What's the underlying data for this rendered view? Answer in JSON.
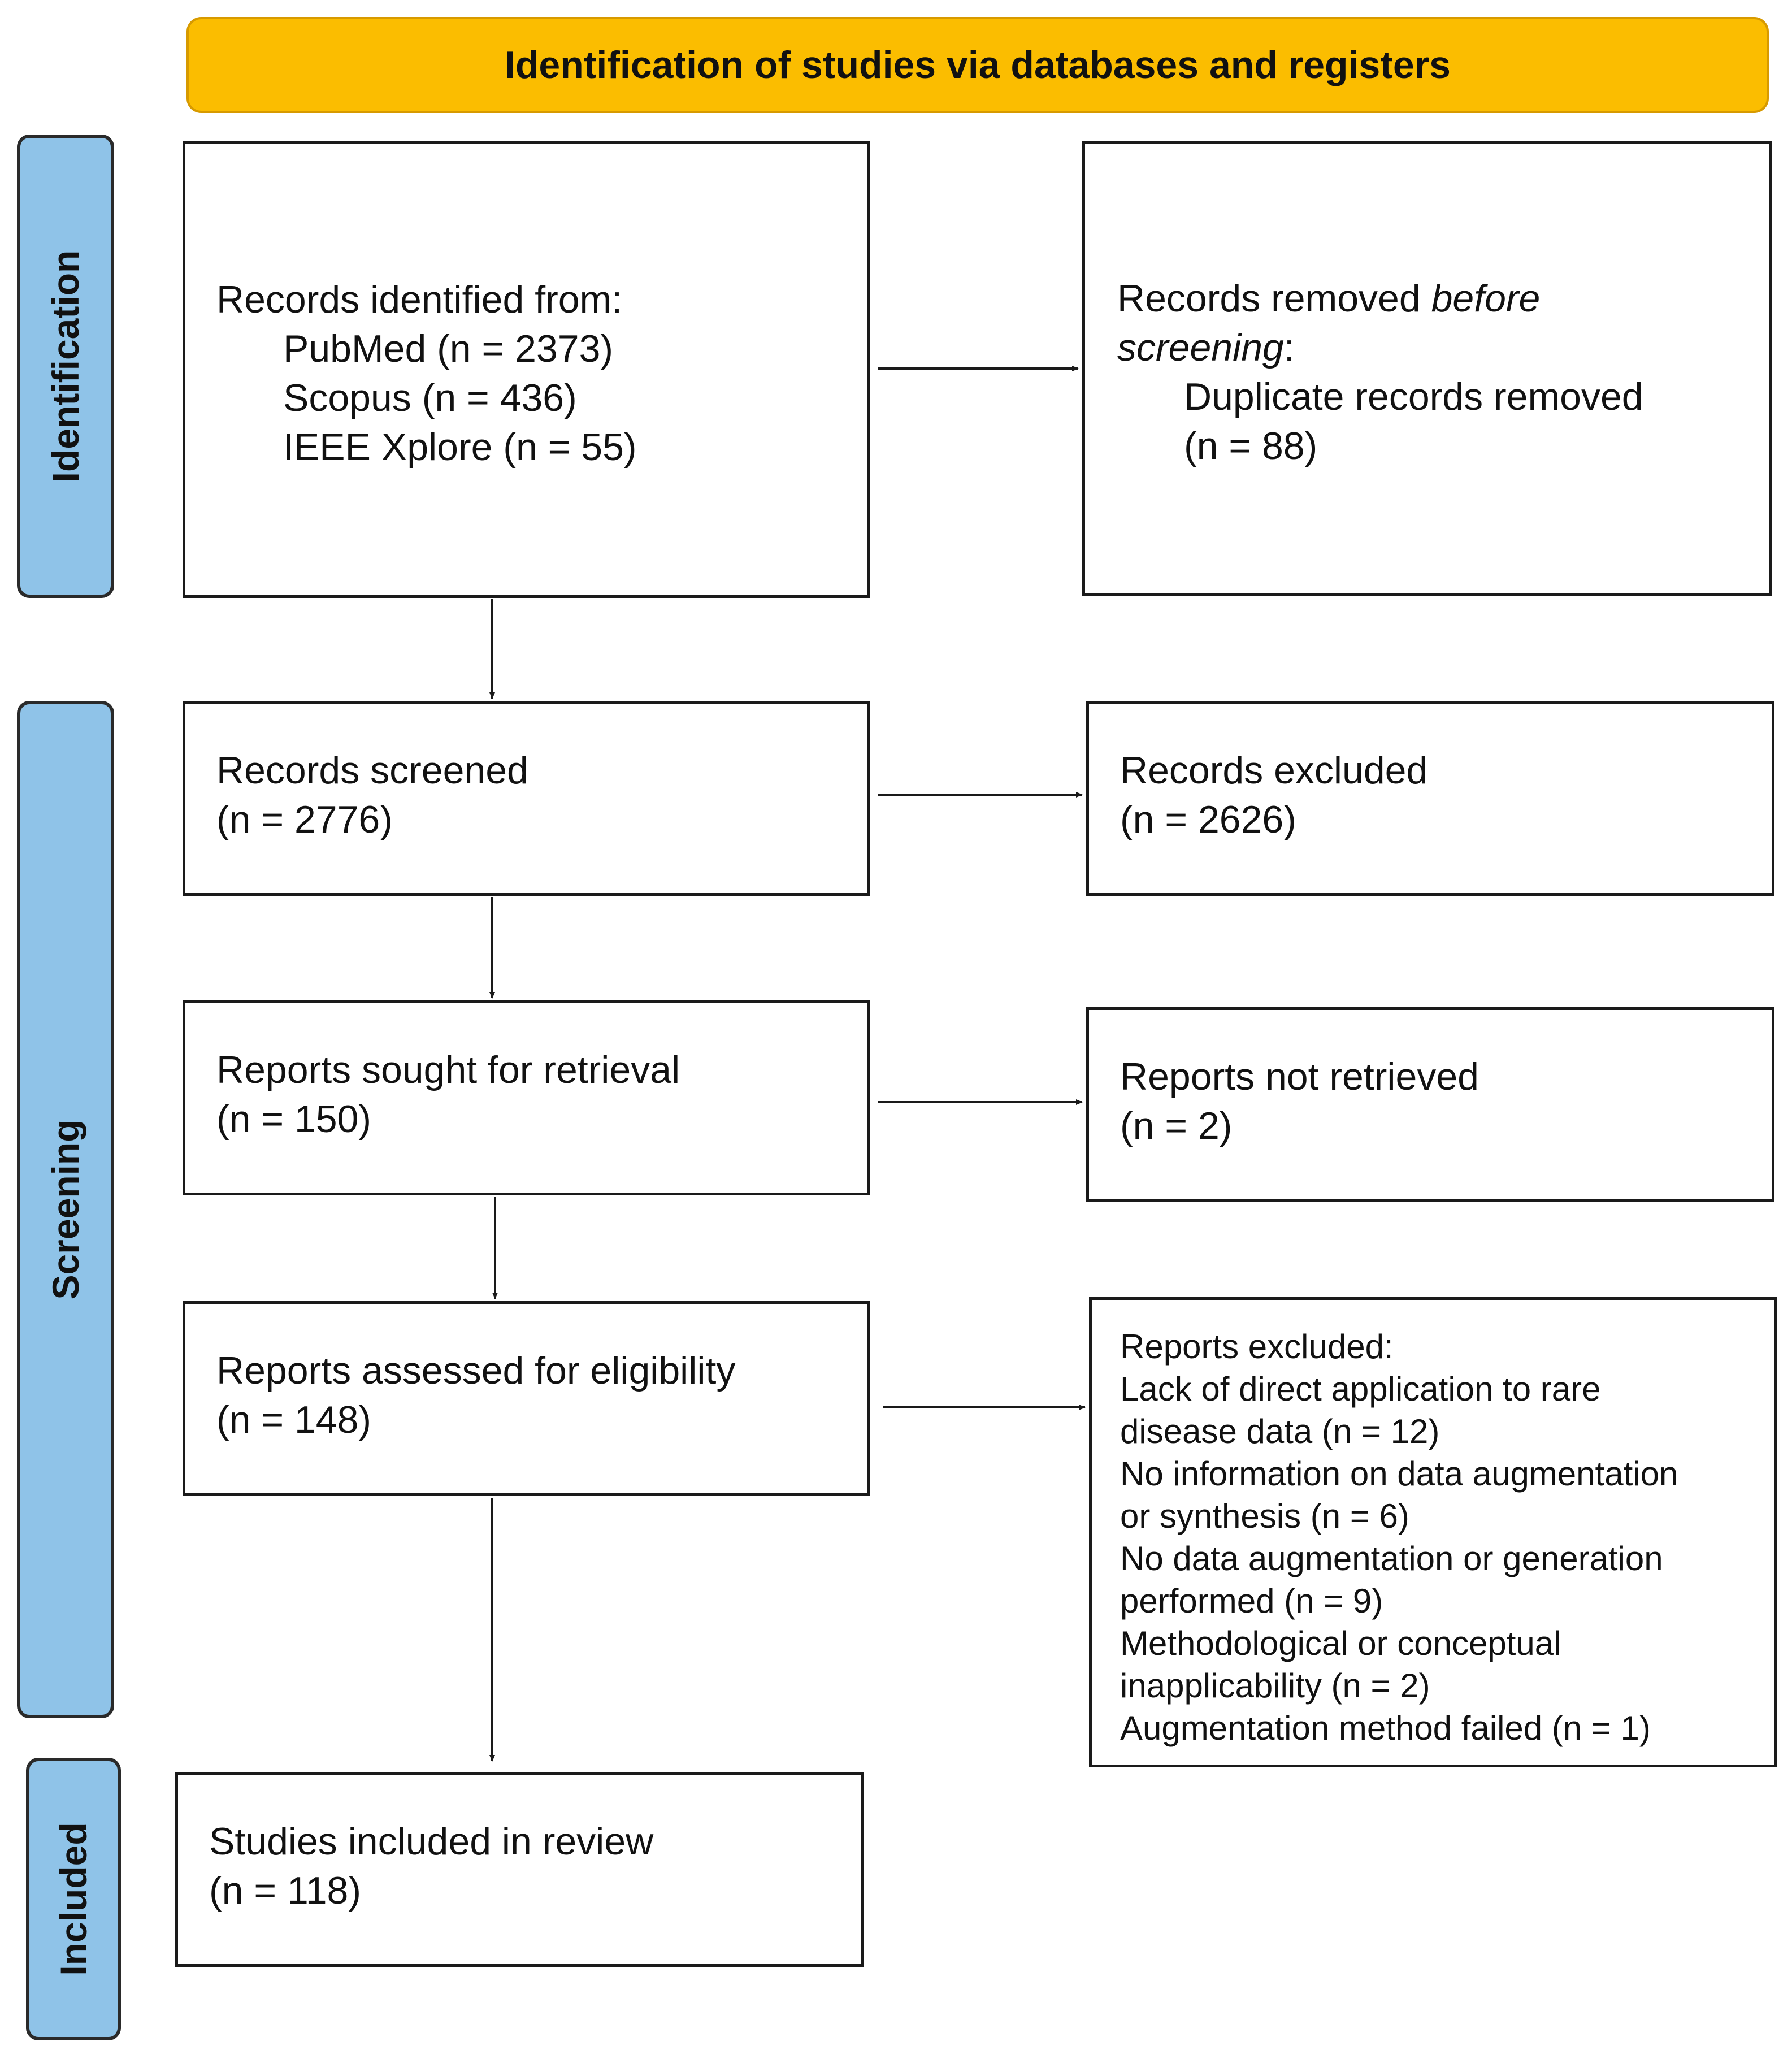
{
  "header": {
    "title": "Identification of studies via databases and registers"
  },
  "phases": {
    "identification": "Identification",
    "screening": "Screening",
    "included": "Included"
  },
  "identified": {
    "heading": "Records identified from:",
    "sources": [
      "PubMed (n = 2373)",
      "Scopus (n = 436)",
      "IEEE Xplore (n = 55)"
    ]
  },
  "removed": {
    "heading_part1": "Records removed ",
    "heading_italic1": "before",
    "heading_italic2": "screening",
    "heading_colon": ":",
    "line1": "Duplicate records removed",
    "line2": "(n = 88)"
  },
  "screened": {
    "line1": "Records screened",
    "line2": "(n = 2776)"
  },
  "excluded": {
    "line1": "Records excluded",
    "line2": "(n = 2626)"
  },
  "sought": {
    "line1": "Reports sought for retrieval",
    "line2": "(n = 150)"
  },
  "not_retrieved": {
    "line1": "Reports not retrieved",
    "line2": "(n = 2)"
  },
  "assessed": {
    "line1": "Reports assessed for eligibility",
    "line2": "(n = 148)"
  },
  "reports_excluded": {
    "lines": [
      "Reports excluded:",
      "Lack of direct application to rare",
      "disease data (n = 12)",
      "No information on data augmentation",
      "or synthesis (n = 6)",
      "No data augmentation or generation",
      "performed (n = 9)",
      "Methodological or conceptual",
      "inapplicability (n = 2)",
      "Augmentation method failed (n = 1)"
    ]
  },
  "included": {
    "line1": "Studies included in review",
    "line2": "(n = 118)"
  }
}
